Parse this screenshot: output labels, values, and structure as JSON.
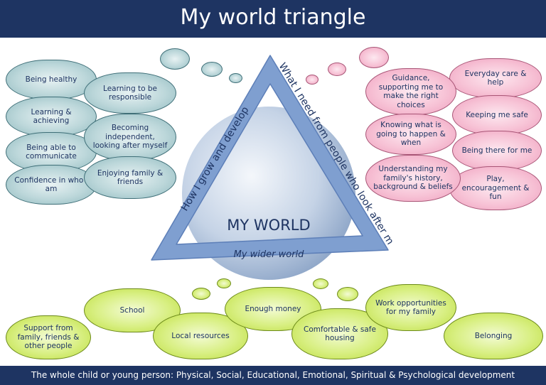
{
  "title": "My world triangle",
  "footer": "The whole child or young person: Physical, Social, Educational, Emotional, Spiritual & Psychological development",
  "triangle": {
    "center_label": "MY WORLD",
    "left_side": "How I grow and develop",
    "right_side": "What I need from people who look after me",
    "bottom_side": "My wider world"
  },
  "grow_develop": [
    "Being healthy",
    "Learning to be responsible",
    "Learning & achieving",
    "Becoming independent, looking after myself",
    "Being able to communicate",
    "Enjoying family & friends",
    "Confidence in who I am"
  ],
  "people_needs": [
    "Everyday care & help",
    "Guidance, supporting me to make the right choices",
    "Keeping me safe",
    "Knowing what is going to happen & when",
    "Being there for me",
    "Understanding my family's history, background & beliefs",
    "Play, encouragement & fun"
  ],
  "wider_world": [
    "Support from family, friends & other people",
    "School",
    "Local resources",
    "Enough money",
    "Comfortable & safe housing",
    "Work opportunities for my family",
    "Belonging"
  ],
  "colors": {
    "navy": "#1e3462",
    "triangle": "#7f9fd0",
    "teal": "#bcd7da",
    "pink": "#f7c3d6",
    "green": "#d8ef82"
  }
}
